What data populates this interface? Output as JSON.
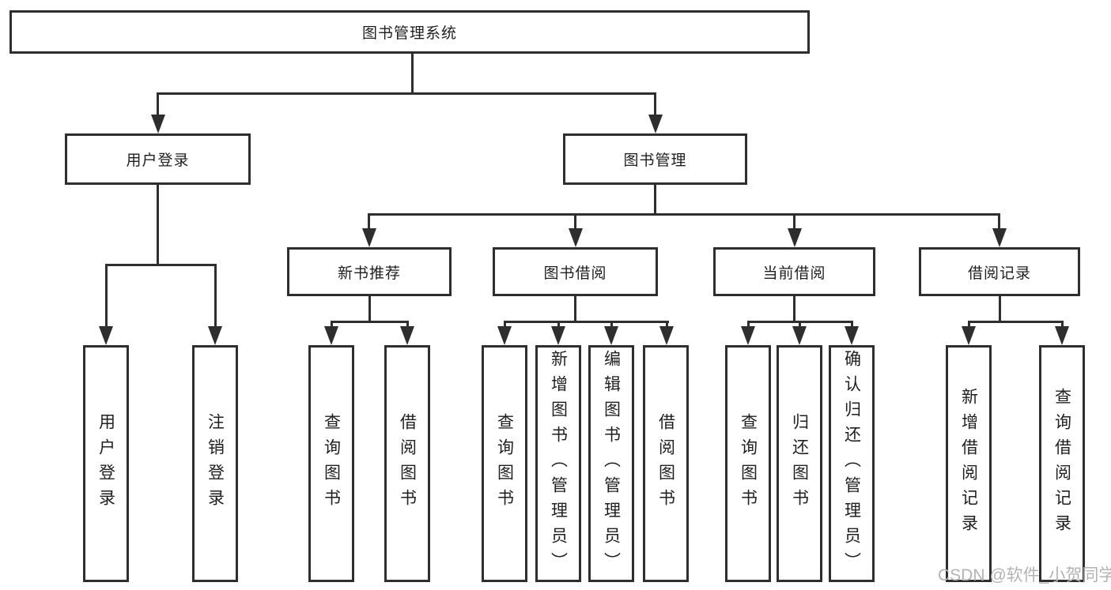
{
  "tree": {
    "label": "图书管理系统",
    "children": [
      {
        "label": "用户登录",
        "children": [
          {
            "label": "用户登录"
          },
          {
            "label": "注销登录"
          }
        ]
      },
      {
        "label": "图书管理",
        "children": [
          {
            "label": "新书推荐",
            "children": [
              {
                "label": "查询图书"
              },
              {
                "label": "借阅图书"
              }
            ]
          },
          {
            "label": "图书借阅",
            "children": [
              {
                "label": "查询图书"
              },
              {
                "label": "新增图书（管理员）"
              },
              {
                "label": "编辑图书（管理员）"
              },
              {
                "label": "借阅图书"
              }
            ]
          },
          {
            "label": "当前借阅",
            "children": [
              {
                "label": "查询图书"
              },
              {
                "label": "归还图书"
              },
              {
                "label": "确认归还（管理员）"
              }
            ]
          },
          {
            "label": "借阅记录",
            "children": [
              {
                "label": "新增借阅记录"
              },
              {
                "label": "查询借阅记录"
              }
            ]
          }
        ]
      }
    ]
  },
  "watermark": {
    "text": "CSDN @软件_小贺同学"
  },
  "colors": {
    "line": "#2e2e2e",
    "box_background": "#ffffff",
    "text": "#1f1f1f",
    "watermark": "#b3b3b3"
  }
}
